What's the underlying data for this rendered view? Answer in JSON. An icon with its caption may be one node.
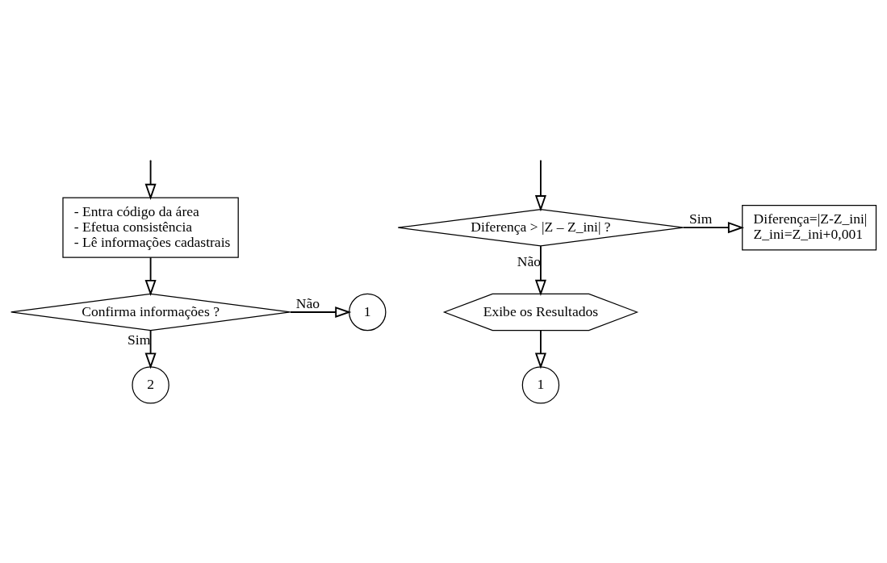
{
  "diagram": {
    "nodes": [
      {
        "text": [
          "- Entra código da área",
          "- Efetua consistência",
          "- Lê informações cadastrais"
        ]
      },
      {
        "text": [
          "Confirma informações ?"
        ]
      },
      {
        "text": [
          "1"
        ]
      },
      {
        "text": [
          "2"
        ]
      },
      {
        "text": [
          "Diferença > |Z – Z_ini| ?"
        ]
      },
      {
        "text": [
          "Diferença=|Z-Z_ini|",
          "Z_ini=Z_ini+0,001"
        ]
      },
      {
        "text": [
          "Exibe os Resultados"
        ]
      },
      {
        "text": [
          "1"
        ]
      }
    ],
    "edges": [
      {
        "from": null,
        "to": 0,
        "arrow": "to"
      },
      {
        "from": 0,
        "to": 1,
        "arrow": "to"
      },
      {
        "from": 1,
        "to": 2,
        "arrow": "to",
        "label": "Não"
      },
      {
        "from": 1,
        "to": 3,
        "arrow": "to",
        "label": "Sim"
      },
      {
        "from": null,
        "to": 4,
        "arrow": "to"
      },
      {
        "from": 4,
        "to": 5,
        "arrow": "to",
        "label": "Sim"
      },
      {
        "from": 4,
        "to": 6,
        "arrow": "to",
        "label": "Não"
      },
      {
        "from": 6,
        "to": 7,
        "arrow": "to"
      }
    ]
  }
}
